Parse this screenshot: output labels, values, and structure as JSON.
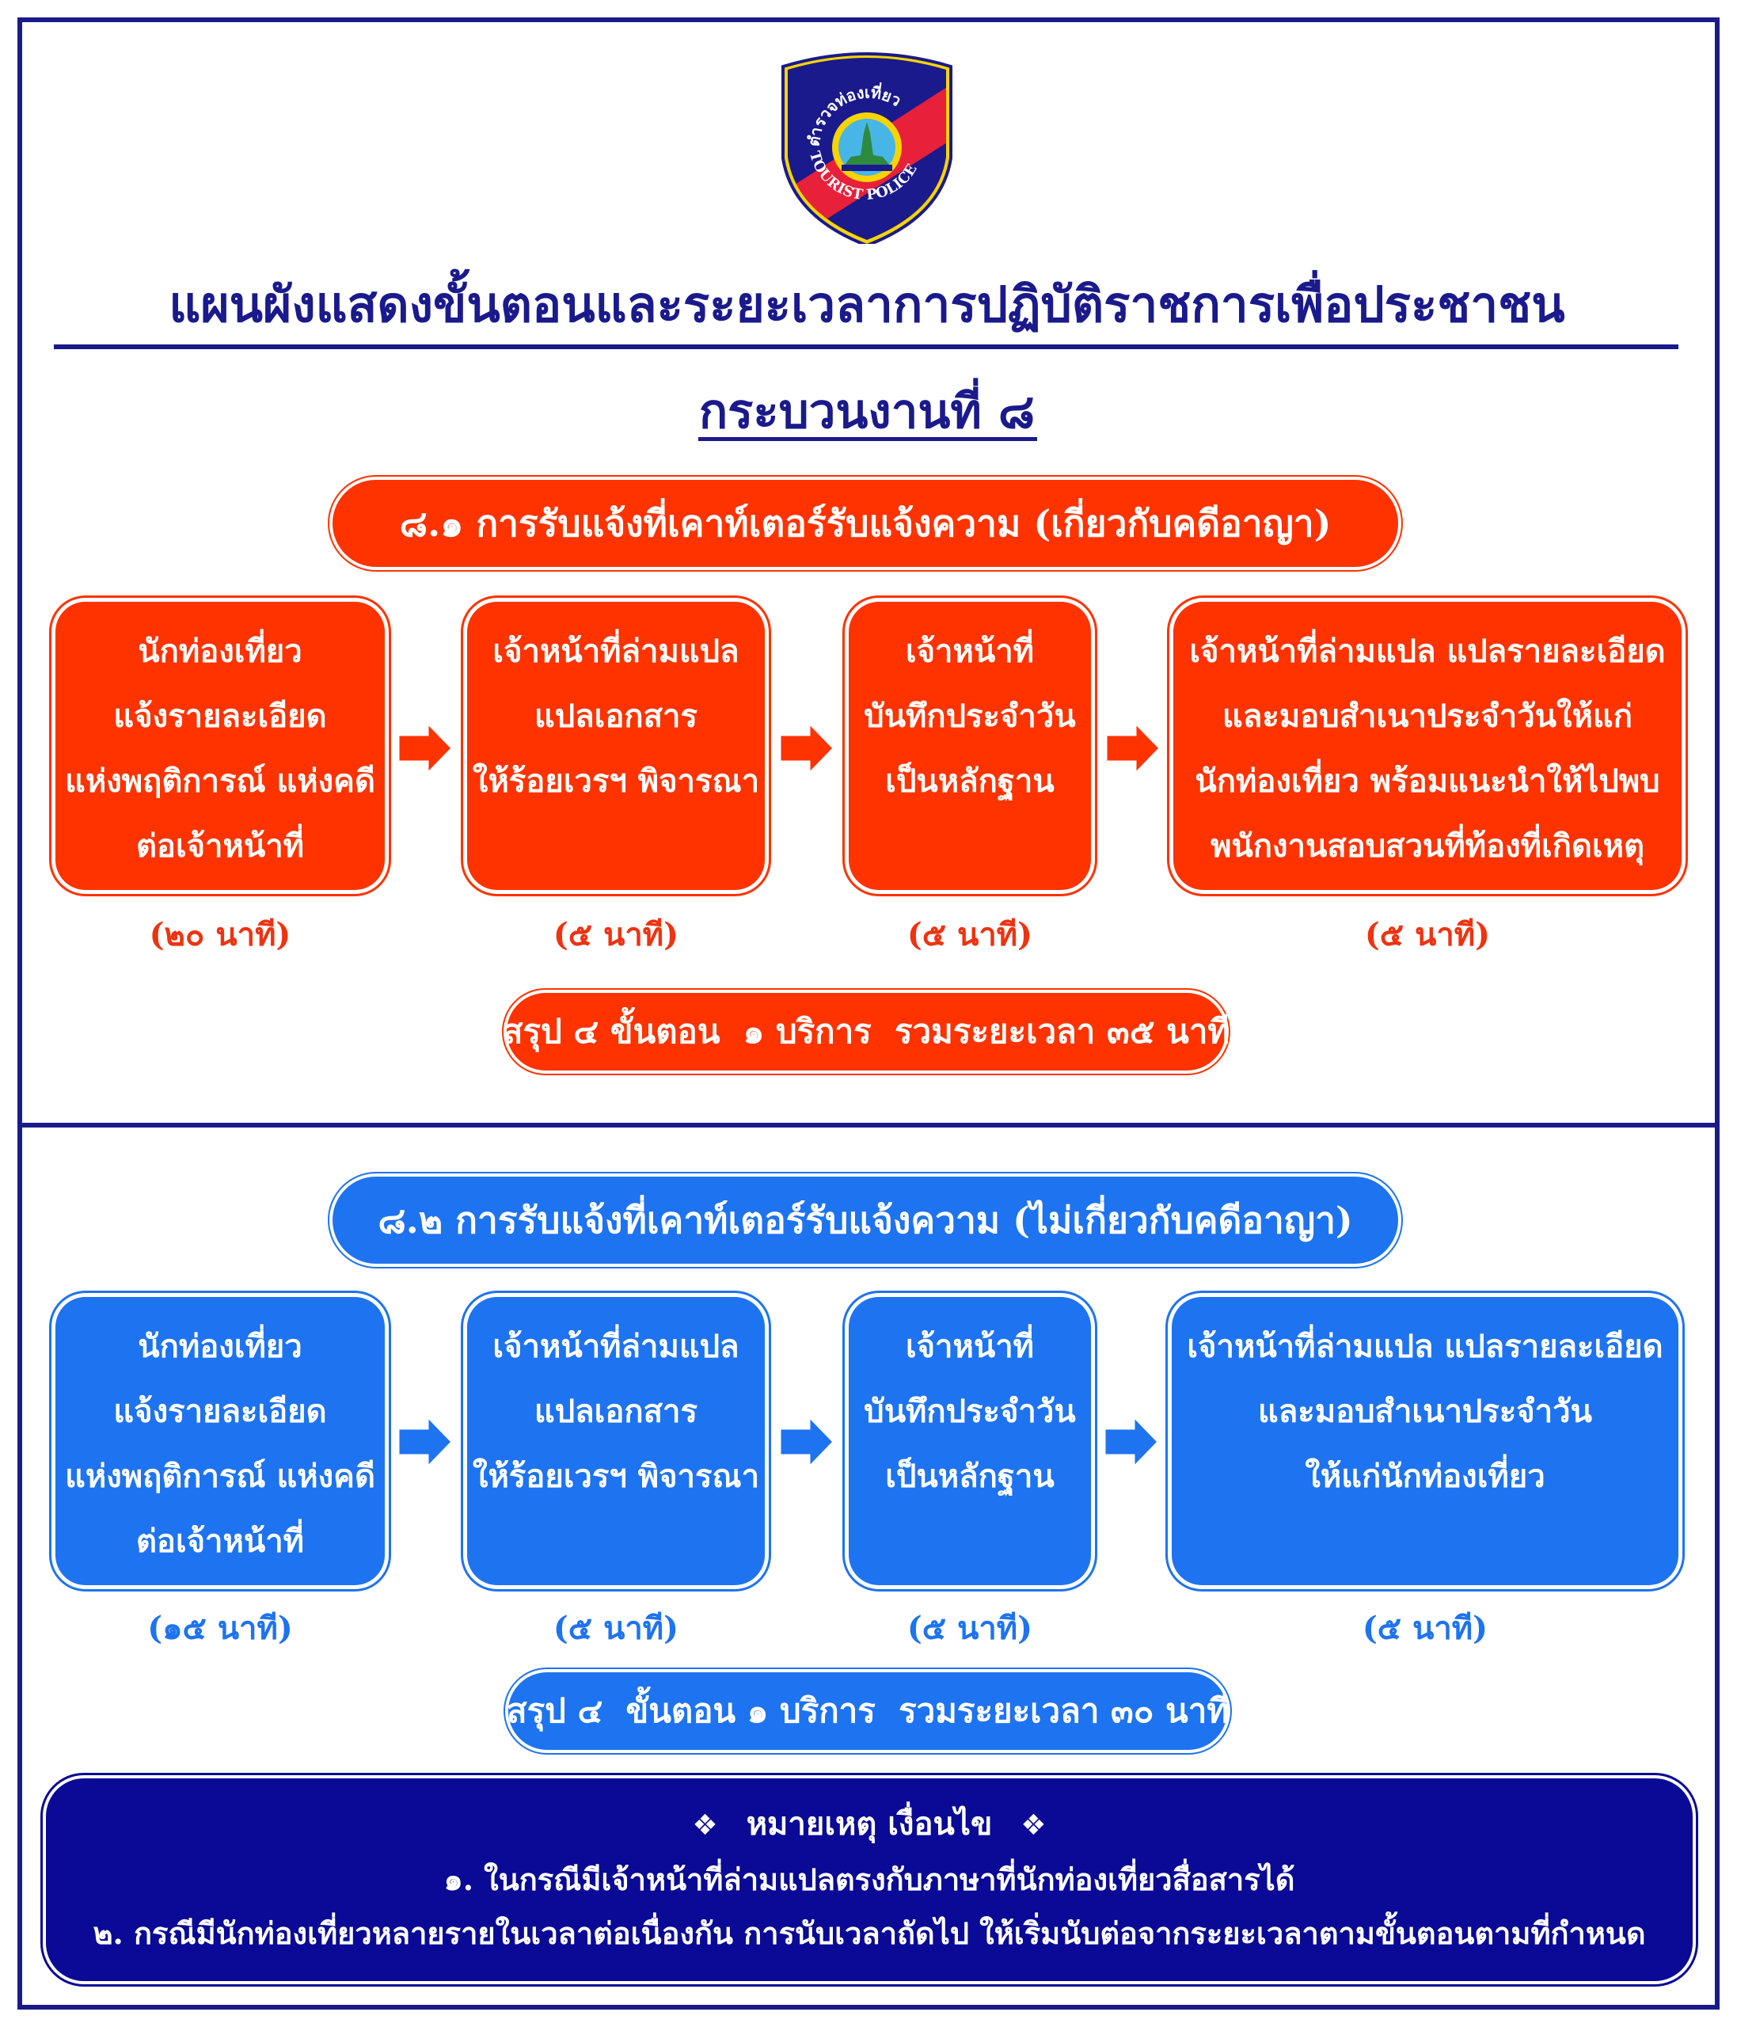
{
  "logo": {
    "top_text": "ตำรวจท่องเที่ยว",
    "bottom_text": "TOURIST POLICE"
  },
  "title": "แผนผังแสดงขั้นตอนและระยะเวลาการปฏิบัติราชการเพื่อประชาชน",
  "subtitle": "กระบวนงานที่ ๘",
  "section1": {
    "heading": "๘.๑ การรับแจ้งที่เคาท์เตอร์รับแจ้งความ (เกี่ยวกับคดีอาญา)",
    "steps": [
      {
        "lines": [
          "นักท่องเที่ยว",
          "แจ้งรายละเอียด",
          "แห่งพฤติการณ์ แห่งคดี",
          "ต่อเจ้าหน้าที่"
        ],
        "time": "(๒๐ นาที)"
      },
      {
        "lines": [
          "เจ้าหน้าที่ล่ามแปล",
          "แปลเอกสาร",
          "ให้ร้อยเวรฯ พิจารณา"
        ],
        "time": "(๕ นาที)"
      },
      {
        "lines": [
          "เจ้าหน้าที่",
          "บันทึกประจำวัน",
          "เป็นหลักฐาน"
        ],
        "time": "(๕ นาที)"
      },
      {
        "lines": [
          "เจ้าหน้าที่ล่ามแปล แปลรายละเอียด",
          "และมอบสำเนาประจำวันให้แก่",
          "นักท่องเที่ยว พร้อมแนะนำให้ไปพบ",
          "พนักงานสอบสวนที่ท้องที่เกิดเหตุ"
        ],
        "time": "(๕ นาที)"
      }
    ],
    "summary": "สรุป ๔ ขั้นตอน  ๑ บริการ  รวมระยะเวลา ๓๕ นาที"
  },
  "section2": {
    "heading": "๘.๒ การรับแจ้งที่เคาท์เตอร์รับแจ้งความ (ไม่เกี่ยวกับคดีอาญา)",
    "steps": [
      {
        "lines": [
          "นักท่องเที่ยว",
          "แจ้งรายละเอียด",
          "แห่งพฤติการณ์ แห่งคดี",
          "ต่อเจ้าหน้าที่"
        ],
        "time": "(๑๕ นาที)"
      },
      {
        "lines": [
          "เจ้าหน้าที่ล่ามแปล",
          "แปลเอกสาร",
          "ให้ร้อยเวรฯ พิจารณา"
        ],
        "time": "(๕ นาที)"
      },
      {
        "lines": [
          "เจ้าหน้าที่",
          "บันทึกประจำวัน",
          "เป็นหลักฐาน"
        ],
        "time": "(๕ นาที)"
      },
      {
        "lines": [
          "เจ้าหน้าที่ล่ามแปล แปลรายละเอียด",
          "และมอบสำเนาประจำวัน",
          "ให้แก่นักท่องเที่ยว"
        ],
        "time": "(๕ นาที)"
      }
    ],
    "summary": "สรุป ๔  ขั้นตอน ๑ บริการ  รวมระยะเวลา ๓๐ นาที"
  },
  "note": {
    "heading": "หมายเหตุ เงื่อนไข",
    "items": [
      "๑. ในกรณีมีเจ้าหน้าที่ล่ามแปลตรงกับภาษาที่นักท่องเที่ยวสื่อสารได้",
      "๒. กรณีมีนักท่องเที่ยวหลายรายในเวลาต่อเนื่องกัน การนับเวลาถัดไป ให้เริ่มนับต่อจากระยะเวลาตามขั้นตอนตามที่กำหนด"
    ]
  },
  "colors": {
    "navy": "#1a1a8c",
    "red": "#ff3300",
    "blue": "#1e73f0",
    "note_bg": "#0a0a96"
  }
}
